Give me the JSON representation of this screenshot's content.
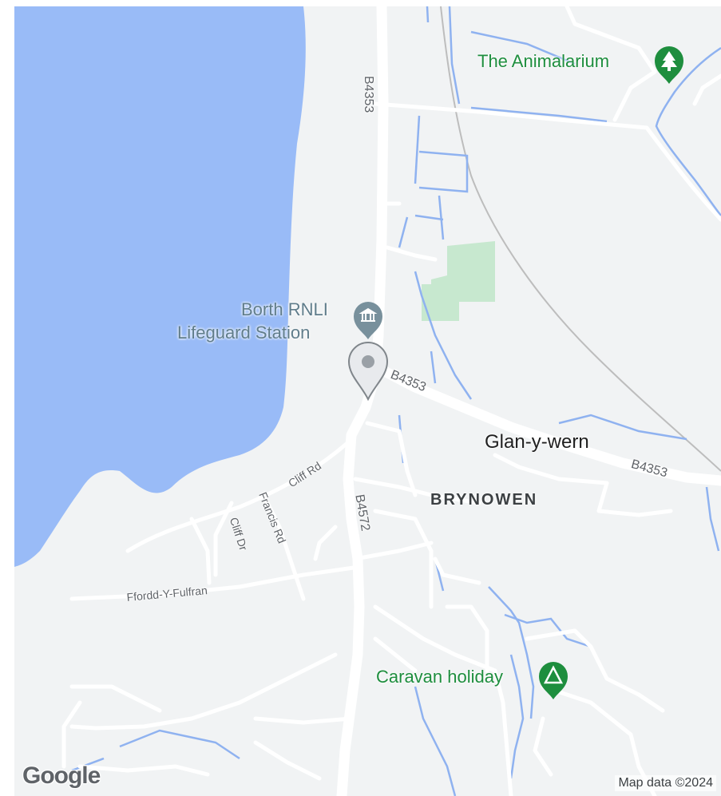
{
  "map": {
    "colors": {
      "land": "#f1f3f4",
      "water": "#99bbf7",
      "stream": "#8fb2f0",
      "road": "#ffffff",
      "park": "#c7e8cf",
      "railway": "#bdbdbd",
      "poi_green": "#1e8e3e",
      "poi_gray": "#607d8b"
    },
    "roads": {
      "b4353_north": "B4353",
      "b4353_east": "B4353",
      "b4353_far_east": "B4353",
      "b4572": "B4572",
      "cliff_rd": "Cliff Rd",
      "francis_rd": "Francis Rd",
      "cliff_dr": "Cliff Dr",
      "ffordd": "Ffordd-Y-Fulfran"
    },
    "places": {
      "animalarium": {
        "label": "The Animalarium",
        "icon": "tree-icon"
      },
      "rnli_line1": "Borth RNLI",
      "rnli_line2": "Lifeguard Station",
      "rnli_icon": "museum-icon",
      "glan_y_wern": "Glan-y-wern",
      "brynowen": "BRYNOWEN",
      "caravan": {
        "label": "Caravan holiday",
        "icon": "campsite-icon"
      }
    },
    "pin": {
      "icon": "location-pin-icon"
    },
    "attribution": "Map data ©2024",
    "logo": "Google"
  }
}
